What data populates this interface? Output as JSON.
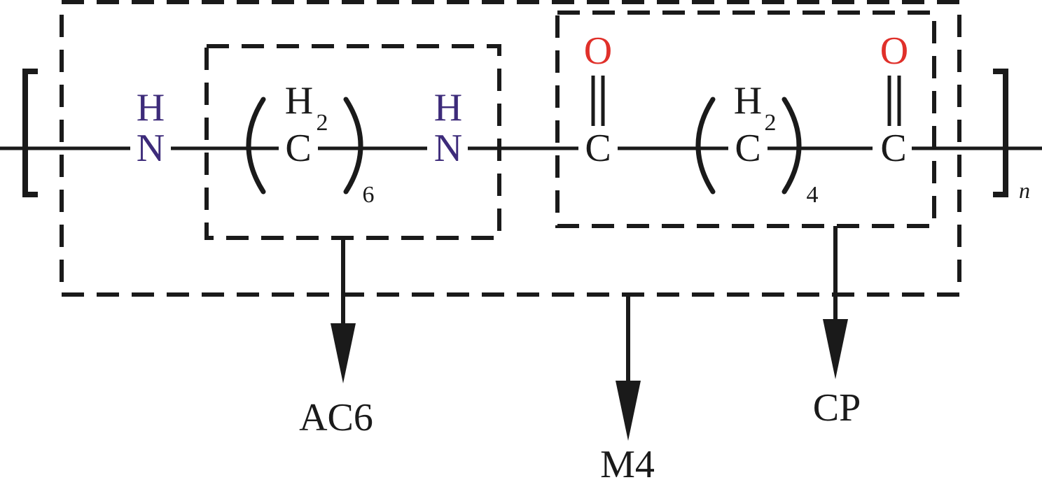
{
  "atoms": {
    "h_left": "H",
    "n_left": "N",
    "h2_left_h": "H",
    "h2_left_sub": "2",
    "c_left": "C",
    "sub_6": "6",
    "h_right": "H",
    "n_right": "N",
    "o_left": "O",
    "c_carbonyl_left": "C",
    "h2_right_h": "H",
    "h2_right_sub": "2",
    "c_right": "C",
    "sub_4": "4",
    "o_right": "O",
    "c_carbonyl_right": "C",
    "repeat_n": "n"
  },
  "groups": {
    "ac6": "AC6",
    "m4": "M4",
    "cp": "CP"
  },
  "colors": {
    "nitrogen": "#3d2b7a",
    "oxygen": "#e0302a",
    "ink": "#1a1a1a"
  }
}
